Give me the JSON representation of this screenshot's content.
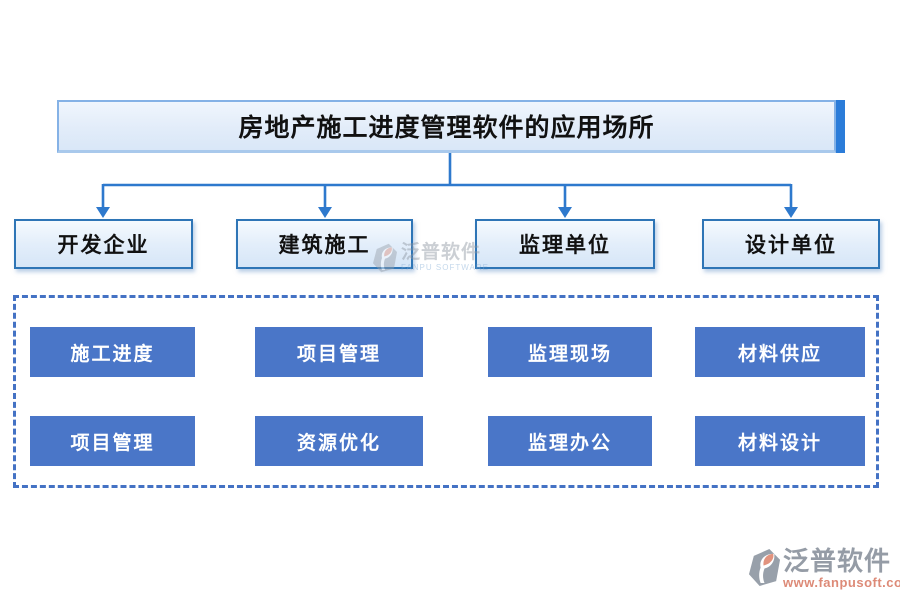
{
  "diagram": {
    "title": "房地产施工进度管理软件的应用场所",
    "level2": [
      {
        "label": "开发企业"
      },
      {
        "label": "建筑施工"
      },
      {
        "label": "监理单位"
      },
      {
        "label": "设计单位"
      }
    ],
    "modules_row1": [
      {
        "label": "施工进度"
      },
      {
        "label": "项目管理"
      },
      {
        "label": "监理现场"
      },
      {
        "label": "材料供应"
      }
    ],
    "modules_row2": [
      {
        "label": "项目管理"
      },
      {
        "label": "资源优化"
      },
      {
        "label": "监理办公"
      },
      {
        "label": "材料设计"
      }
    ]
  },
  "watermark_center": {
    "brand": "泛普软件",
    "sub": "FANPU SOFTWARE"
  },
  "footer_logo": {
    "brand": "泛普软件",
    "url": "www.fanpusoft.com"
  },
  "colors": {
    "connector_blue": "#2e79cd",
    "title_fill": "#e2ecf9",
    "title_side_band": "#2b7cd9",
    "node_border": "#2e75b6",
    "module_button": "#4a76c8",
    "dashed_border": "#4472c4",
    "brand_gray": "#959ca6",
    "brand_salmon": "#dd8a77"
  }
}
